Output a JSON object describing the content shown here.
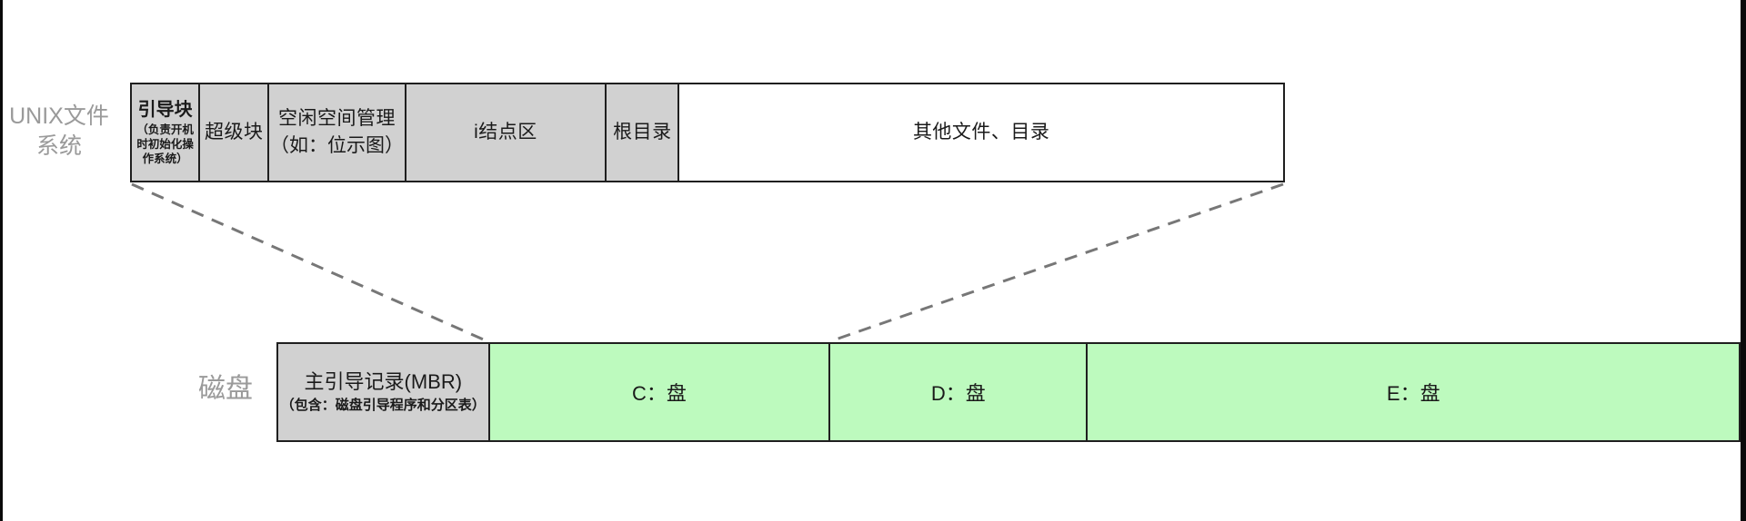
{
  "labels": {
    "unix_fs_line1": "UNIX文件",
    "unix_fs_line2": "系统",
    "disk": "磁盘"
  },
  "unix_bar": {
    "segments": [
      {
        "title": "引导块",
        "subtitle": "（负责开机时初始化操作系统）",
        "color": "gray"
      },
      {
        "title": "超级块",
        "color": "gray"
      },
      {
        "title": "空闲空间管理",
        "subtitle": "（如：位示图）",
        "color": "gray"
      },
      {
        "title": "i结点区",
        "color": "gray"
      },
      {
        "title": "根目录",
        "color": "gray"
      },
      {
        "title": "其他文件、目录",
        "color": "white"
      }
    ]
  },
  "disk_bar": {
    "segments": [
      {
        "title": "主引导记录(MBR)",
        "subtitle": "（包含：磁盘引导程序和分区表）",
        "color": "gray"
      },
      {
        "title": "C：盘",
        "color": "green"
      },
      {
        "title": "D：盘",
        "color": "green"
      },
      {
        "title": "E：盘",
        "color": "green"
      }
    ]
  },
  "colors": {
    "segment_gray": "#d1d1d1",
    "segment_green": "#bdfabe",
    "segment_white": "#ffffff",
    "box_border": "#1f1f1f",
    "side_label_gray": "#9a9a9a",
    "connector_dash_gray": "#777777",
    "frame_edge_black": "#0a0a0a"
  }
}
